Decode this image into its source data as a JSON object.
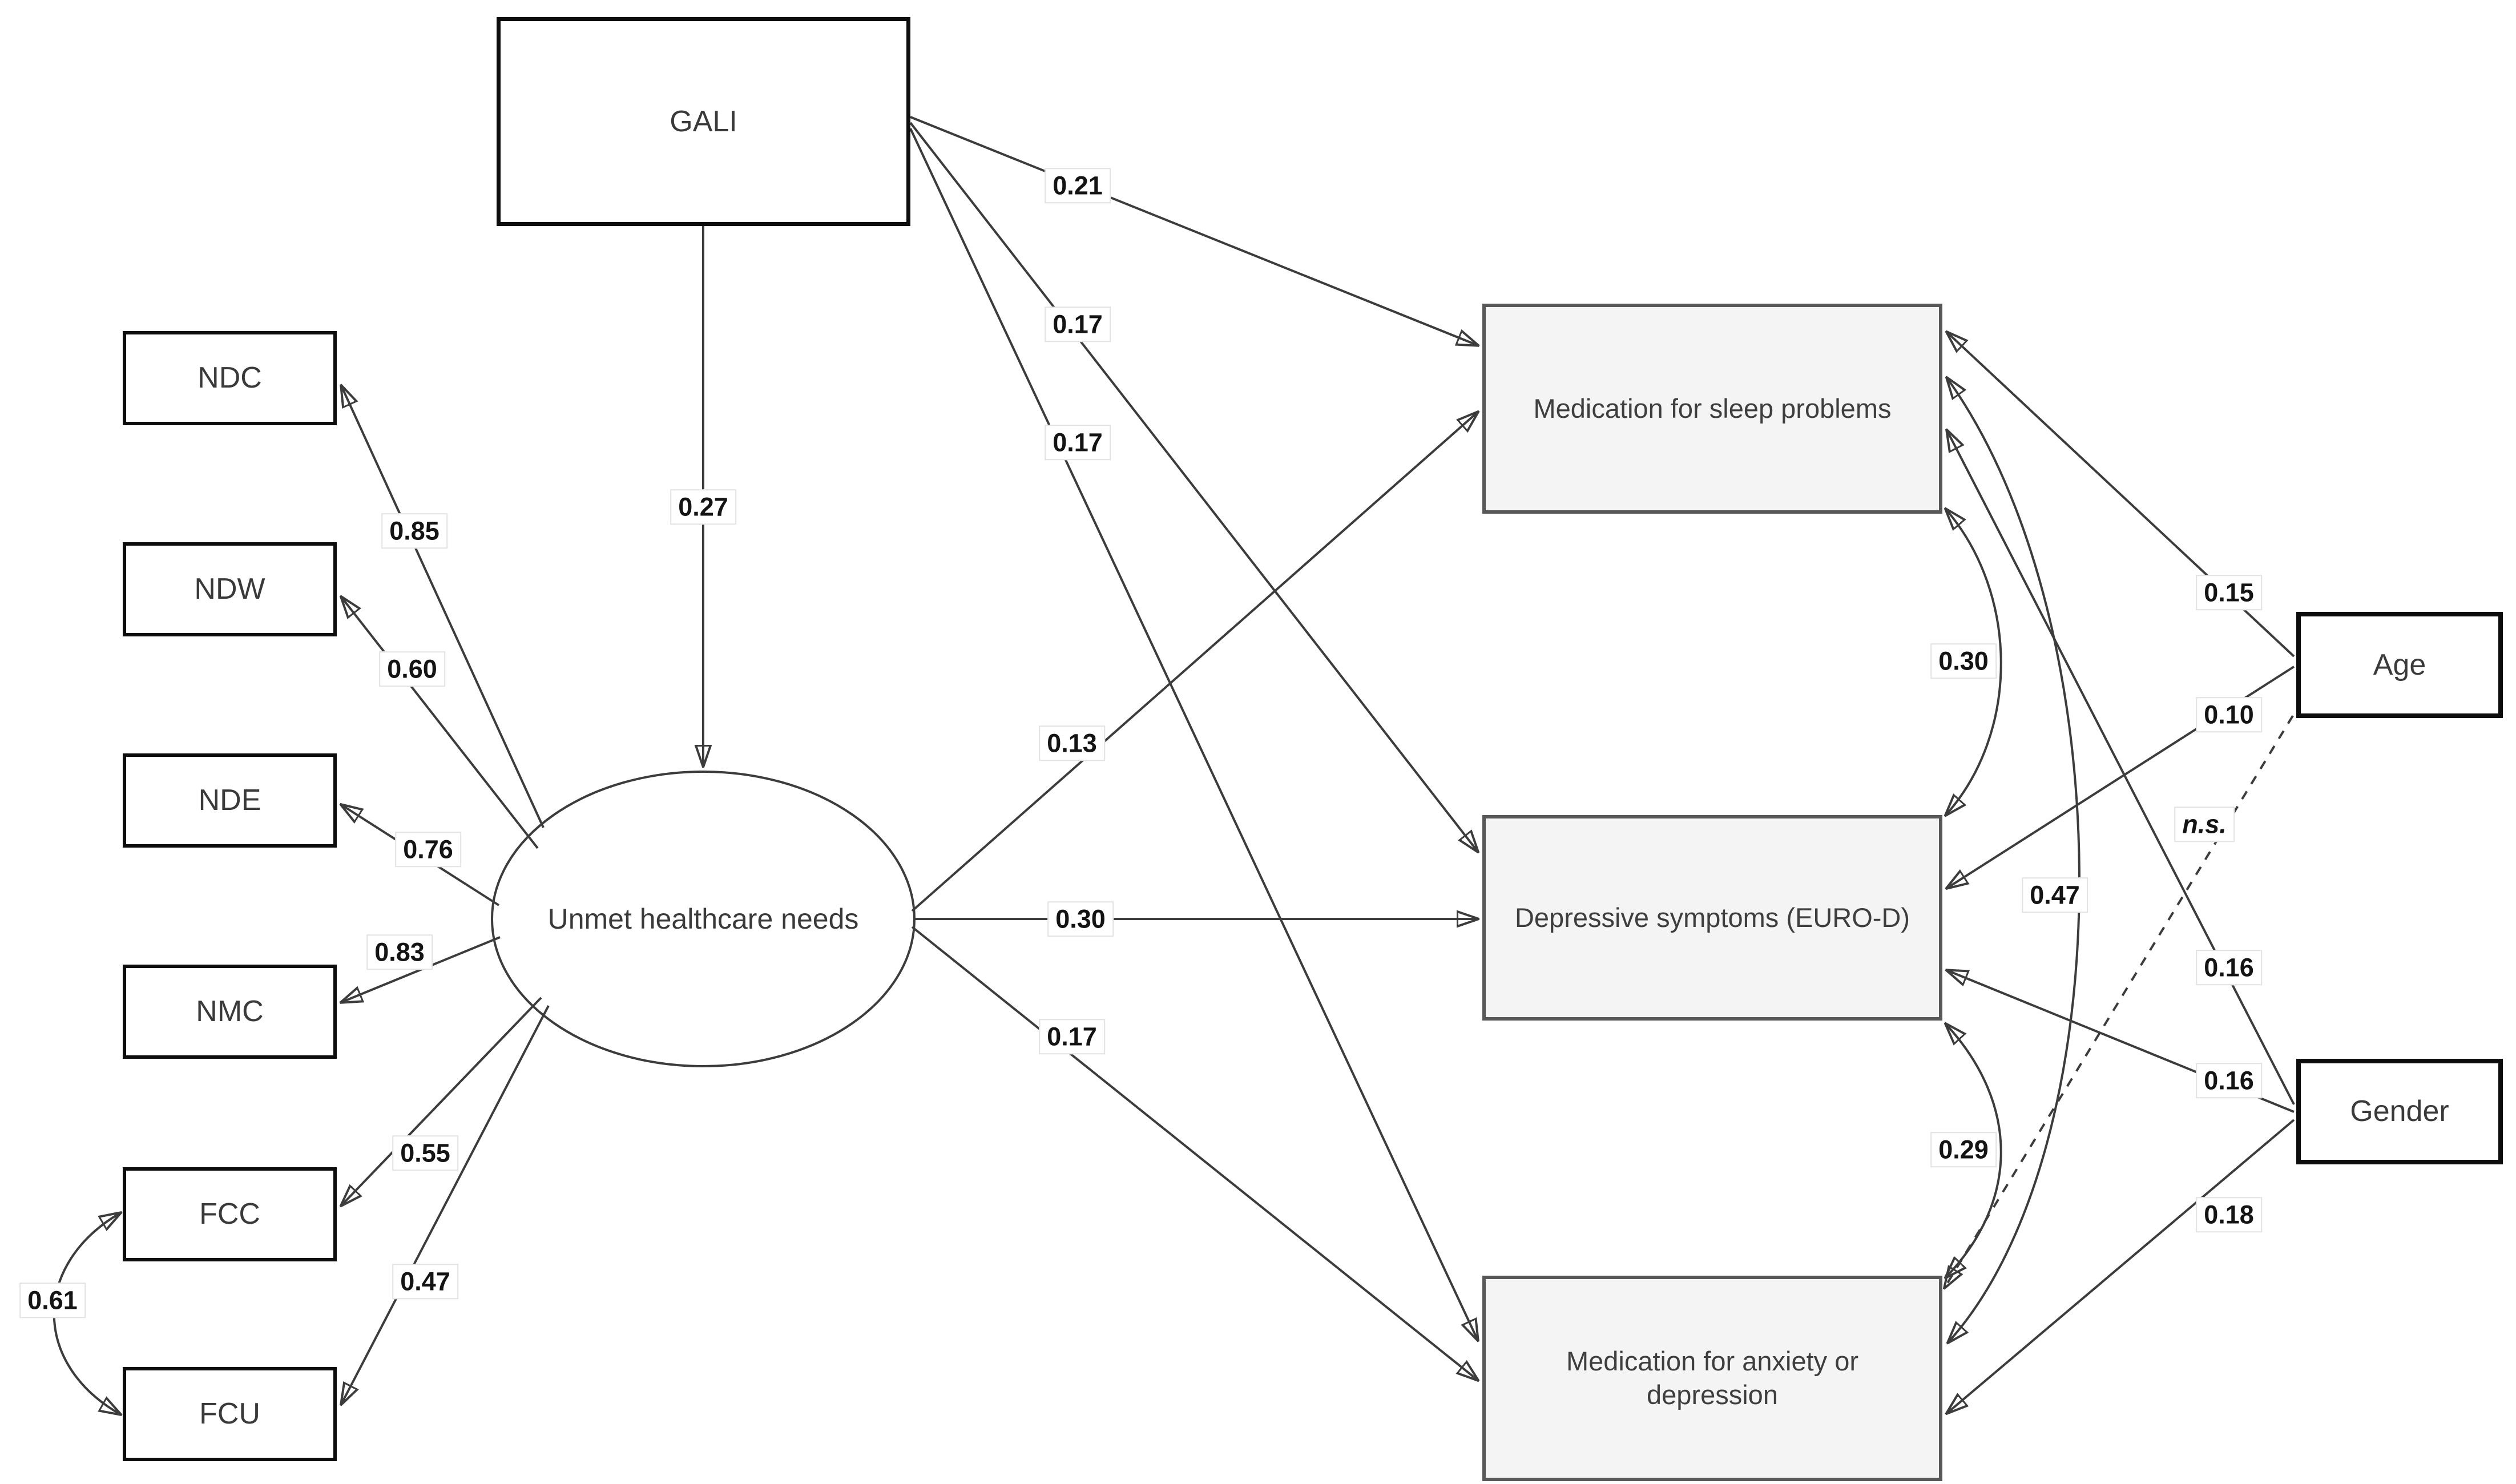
{
  "diagram": {
    "type": "structural-equation-model-path-diagram",
    "colors": {
      "background": "#ffffff",
      "outcome_box_fill": "#f4f4f4",
      "outcome_box_border": "#585858",
      "observed_box_border": "#0d0d0d",
      "line": "#3c3c3c",
      "label_text": "#141414"
    },
    "nodes": {
      "gali": {
        "label": "GALI",
        "shape": "rectangle"
      },
      "latent": {
        "label": "Unmet healthcare needs",
        "shape": "ellipse"
      },
      "ndc": {
        "label": "NDC",
        "shape": "rectangle"
      },
      "ndw": {
        "label": "NDW",
        "shape": "rectangle"
      },
      "nde": {
        "label": "NDE",
        "shape": "rectangle"
      },
      "nmc": {
        "label": "NMC",
        "shape": "rectangle"
      },
      "fcc": {
        "label": "FCC",
        "shape": "rectangle"
      },
      "fcu": {
        "label": "FCU",
        "shape": "rectangle"
      },
      "sleep": {
        "label": "Medication for sleep problems",
        "shape": "rectangle-shaded"
      },
      "depression": {
        "label": "Depressive symptoms (EURO-D)",
        "shape": "rectangle-shaded"
      },
      "anxiety": {
        "label": "Medication for anxiety or depression",
        "shape": "rectangle-shaded"
      },
      "age": {
        "label": "Age",
        "shape": "rectangle"
      },
      "gender": {
        "label": "Gender",
        "shape": "rectangle"
      }
    },
    "edges": [
      {
        "from": "gali",
        "to": "latent",
        "label": "0.27",
        "style": "solid-arrow"
      },
      {
        "from": "gali",
        "to": "sleep",
        "label": "0.21",
        "style": "solid-arrow"
      },
      {
        "from": "gali",
        "to": "depression",
        "label": "0.17",
        "style": "solid-arrow"
      },
      {
        "from": "gali",
        "to": "anxiety",
        "label": "0.17",
        "style": "solid-arrow"
      },
      {
        "from": "latent",
        "to": "sleep",
        "label": "0.13",
        "style": "solid-arrow"
      },
      {
        "from": "latent",
        "to": "depression",
        "label": "0.30",
        "style": "solid-arrow"
      },
      {
        "from": "latent",
        "to": "anxiety",
        "label": "0.17",
        "style": "solid-arrow"
      },
      {
        "from": "latent",
        "to": "ndc",
        "label": "0.85",
        "style": "solid-arrow"
      },
      {
        "from": "latent",
        "to": "ndw",
        "label": "0.60",
        "style": "solid-arrow"
      },
      {
        "from": "latent",
        "to": "nde",
        "label": "0.76",
        "style": "solid-arrow"
      },
      {
        "from": "latent",
        "to": "nmc",
        "label": "0.83",
        "style": "solid-arrow"
      },
      {
        "from": "latent",
        "to": "fcc",
        "label": "0.55",
        "style": "solid-arrow"
      },
      {
        "from": "latent",
        "to": "fcu",
        "label": "0.47",
        "style": "solid-arrow"
      },
      {
        "from": "fcc",
        "to": "fcu",
        "label": "0.61",
        "style": "curved-double-arrow"
      },
      {
        "from": "sleep",
        "to": "depression",
        "label": "0.30",
        "style": "curved-double-arrow"
      },
      {
        "from": "sleep",
        "to": "anxiety",
        "label": "0.47",
        "style": "curved-double-arrow"
      },
      {
        "from": "depression",
        "to": "anxiety",
        "label": "0.29",
        "style": "curved-double-arrow"
      },
      {
        "from": "age",
        "to": "sleep",
        "label": "0.15",
        "style": "solid-arrow"
      },
      {
        "from": "age",
        "to": "depression",
        "label": "0.10",
        "style": "solid-arrow"
      },
      {
        "from": "age",
        "to": "anxiety",
        "label": "n.s.",
        "style": "dashed-arrow"
      },
      {
        "from": "gender",
        "to": "sleep",
        "label": "0.16",
        "style": "solid-arrow"
      },
      {
        "from": "gender",
        "to": "depression",
        "label": "0.16",
        "style": "solid-arrow"
      },
      {
        "from": "gender",
        "to": "anxiety",
        "label": "0.18",
        "style": "solid-arrow"
      }
    ]
  }
}
